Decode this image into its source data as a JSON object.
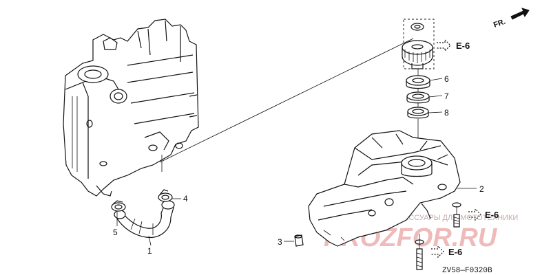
{
  "orientation": {
    "label": "FR."
  },
  "callouts": [
    "1",
    "2",
    "3",
    "4",
    "5",
    "6",
    "7",
    "8"
  ],
  "references": [
    "E-6",
    "E-6",
    "E-6"
  ],
  "diagram_code": "ZV58—F0320B",
  "watermark": {
    "small": "ЗАПЧАСТИ И АКСЕССУАРЫ ДЛЯ МОТОТЕХНИКИ",
    "big": "PROZFOR.RU"
  }
}
